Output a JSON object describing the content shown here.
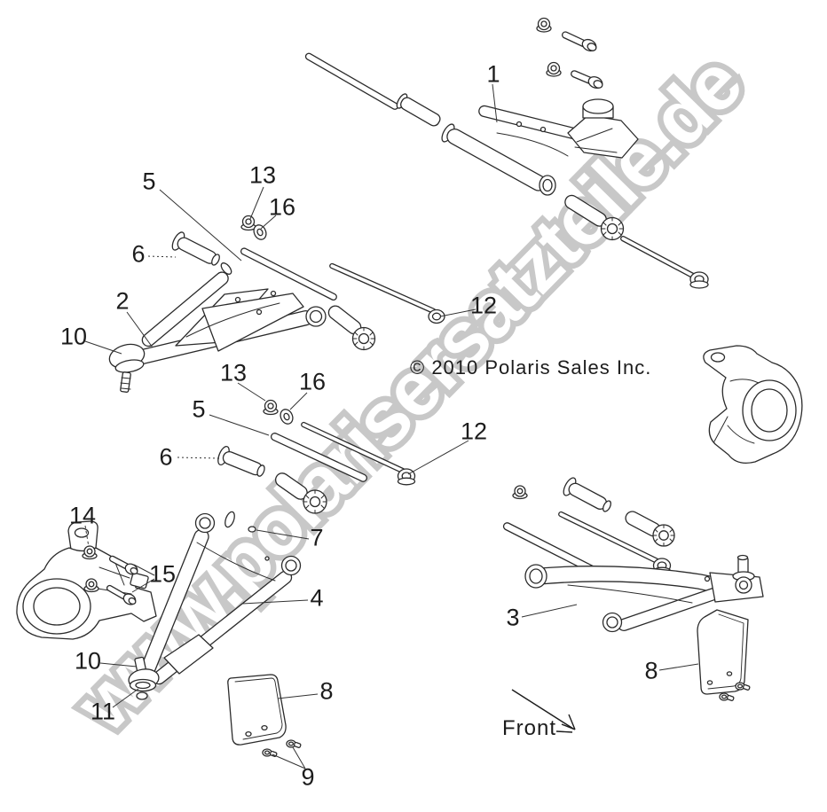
{
  "diagram": {
    "watermark": "www.polarisersatzteile.de",
    "copyright": "© 2010 Polaris Sales Inc.",
    "front_label": "Front"
  },
  "colors": {
    "line": "#2b2b2b",
    "watermark": "#c8c8c8",
    "background": "#ffffff"
  },
  "callouts": [
    {
      "part": "1"
    },
    {
      "part": "5"
    },
    {
      "part": "13"
    },
    {
      "part": "16"
    },
    {
      "part": "6"
    },
    {
      "part": "2"
    },
    {
      "part": "10"
    },
    {
      "part": "12"
    },
    {
      "part": "13"
    },
    {
      "part": "16"
    },
    {
      "part": "5"
    },
    {
      "part": "12"
    },
    {
      "part": "6"
    },
    {
      "part": "14"
    },
    {
      "part": "7"
    },
    {
      "part": "15"
    },
    {
      "part": "4"
    },
    {
      "part": "3"
    },
    {
      "part": "10"
    },
    {
      "part": "8"
    },
    {
      "part": "8"
    },
    {
      "part": "11"
    },
    {
      "part": "9"
    }
  ]
}
